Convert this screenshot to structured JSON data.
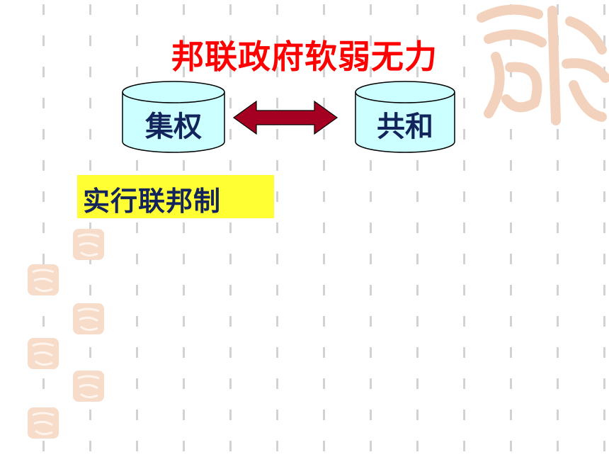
{
  "slide": {
    "title": "邦联政府软弱无力",
    "left_box": "集权",
    "right_box": "共和",
    "highlight": "实行联邦制",
    "colors": {
      "title": "#ff0000",
      "box_text": "#13235c",
      "cylinder_fill": "#ccffff",
      "arrow_fill": "#a50021",
      "highlight_bg": "#ffff33",
      "watermark": "#f6d8c4"
    }
  }
}
